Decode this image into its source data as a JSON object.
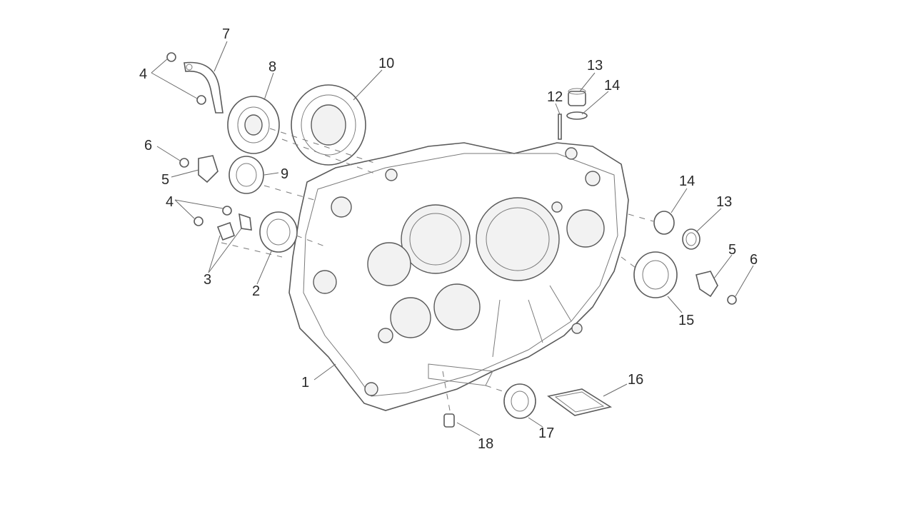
{
  "diagram": {
    "background": "#ffffff",
    "line_color": "#5a5a5a",
    "callouts": [
      {
        "id": "c7a",
        "text": "7"
      },
      {
        "id": "c4a",
        "text": "4"
      },
      {
        "id": "c8",
        "text": "8"
      },
      {
        "id": "c10",
        "text": "10"
      },
      {
        "id": "c6a",
        "text": "6"
      },
      {
        "id": "c5a",
        "text": "5"
      },
      {
        "id": "c9",
        "text": "9"
      },
      {
        "id": "c4b",
        "text": "4"
      },
      {
        "id": "c3",
        "text": "3"
      },
      {
        "id": "c2",
        "text": "2"
      },
      {
        "id": "c1",
        "text": "1"
      },
      {
        "id": "c13a",
        "text": "13"
      },
      {
        "id": "c12",
        "text": "12"
      },
      {
        "id": "c14a",
        "text": "14"
      },
      {
        "id": "c14b",
        "text": "14"
      },
      {
        "id": "c13b",
        "text": "13"
      },
      {
        "id": "c5b",
        "text": "5"
      },
      {
        "id": "c6b",
        "text": "6"
      },
      {
        "id": "c15",
        "text": "15"
      },
      {
        "id": "c16",
        "text": "16"
      },
      {
        "id": "c17",
        "text": "17"
      },
      {
        "id": "c18",
        "text": "18"
      }
    ]
  }
}
